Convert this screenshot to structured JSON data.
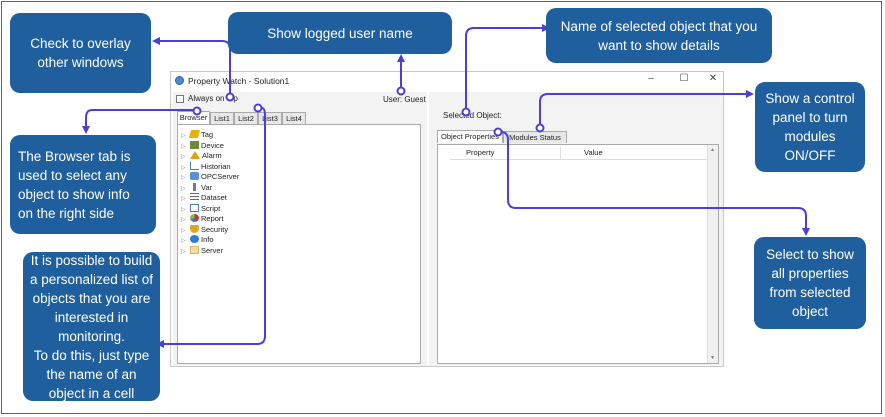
{
  "window": {
    "title": "Property Watch - Solution1",
    "minimize": "–",
    "maximize": "☐",
    "close": "✕",
    "always_on_top": "Always on top",
    "user_label": "User: Guest",
    "tabs": [
      "Browser",
      "List1",
      "List2",
      "List3",
      "List4"
    ],
    "tree": [
      {
        "label": "Tag",
        "icon": "tag-icon",
        "color": "#e8b10c"
      },
      {
        "label": "Device",
        "icon": "device-icon",
        "color": "#6d8b3a"
      },
      {
        "label": "Alarm",
        "icon": "alarm-icon",
        "color": "#e0a10a"
      },
      {
        "label": "Historian",
        "icon": "historian-icon",
        "color": "#4f7fb8"
      },
      {
        "label": "OPCServer",
        "icon": "opcserver-icon",
        "color": "#5a8fd0"
      },
      {
        "label": "Var",
        "icon": "var-icon",
        "color": "#7a7a7a"
      },
      {
        "label": "Dataset",
        "icon": "dataset-icon",
        "color": "#6b6b6b"
      },
      {
        "label": "Script",
        "icon": "script-icon",
        "color": "#4a79b5"
      },
      {
        "label": "Report",
        "icon": "report-icon",
        "color": "#c0392b"
      },
      {
        "label": "Security",
        "icon": "security-icon",
        "color": "#e1a521"
      },
      {
        "label": "Info",
        "icon": "info-icon",
        "color": "#2f7bd4"
      },
      {
        "label": "Server",
        "icon": "server-icon",
        "color": "#d9b56a"
      }
    ],
    "selected_object": "Selected Object:",
    "right_tabs": [
      "Object Properties",
      "Modules Status"
    ],
    "columns": [
      "Property",
      "Value"
    ]
  },
  "callouts": {
    "overlay": "Check to overlay other windows",
    "user": "Show logged user name",
    "selected": "Name of selected object that you want to show details",
    "control_panel": "Show a control panel  to turn modules ON/OFF",
    "browser_tab": "The Browser tab is used to select any object to show info on the right side",
    "lists": "It is possible to build a personalized list of objects that you are interested in monitoring.\nTo do this, just type the name of an object in a cell",
    "properties": "Select to show all properties from selected object"
  },
  "colors": {
    "callout": "#1f5f9e",
    "connector": "#4a3fd6"
  }
}
